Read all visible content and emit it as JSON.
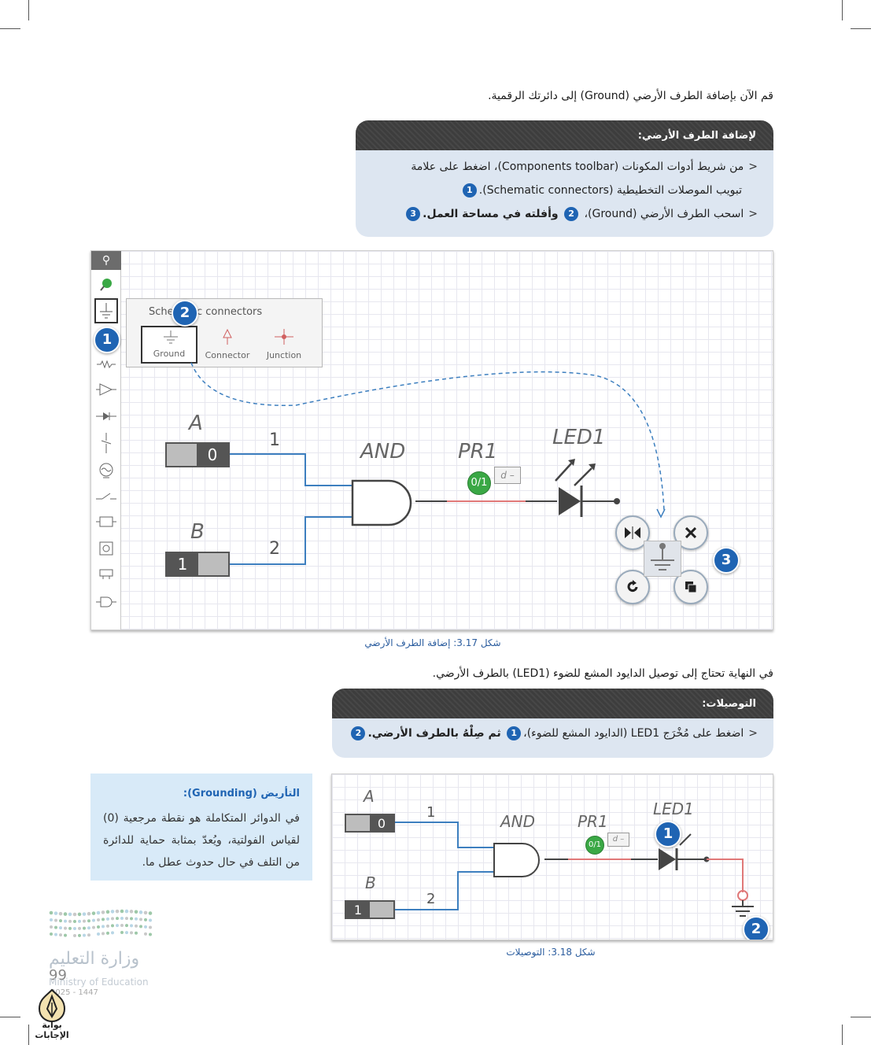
{
  "intro": {
    "line1": "قم الآن بإضافة الطرف الأرضي (Ground) إلى دائرتك الرقمية."
  },
  "box1": {
    "title": "لإضافة الطرف الأرضي:",
    "line1": "من شريط أدوات المكونات (Components toolbar)، اضغط على علامة",
    "line2": "تبويب الموصلات التخطيطية (Schematic connectors).",
    "line3a": "اسحب الطرف الأرضي (Ground)",
    "line3b": "وأفلته في مساحة العمل."
  },
  "figure1": {
    "caption": "شكل 3.17: إضافة الطرف الأرضي",
    "popup_title": "Schematic connectors",
    "tools": [
      "Ground",
      "Connector",
      "Junction"
    ],
    "labels": {
      "a": "A",
      "b": "B",
      "gate": "AND",
      "probe": "PR1",
      "led": "LED1"
    },
    "wire1": "1",
    "wire2": "2",
    "switch_a": "0",
    "switch_b": "1",
    "probe_val": "0/1",
    "dtag": "d –",
    "callouts": [
      "1",
      "2",
      "3"
    ]
  },
  "section2": {
    "line": "في النهاية تحتاج إلى توصيل الدايود المشع للضوء (LED1) بالطرف الأرضي."
  },
  "box2": {
    "title": "التوصيلات:",
    "line1a": "اضغط على مُخْرَج LED1 (الدايود المشع للضوء)،",
    "line1b": "ثم صِلْهُ بالطرف الأرضي."
  },
  "note": {
    "title": "التأريض (Grounding):",
    "body": "في الدوائر المتكاملة هو نقطة مرجعية (0) لقياس الفولتية، ويُعدّ بمثابة حماية للدائرة من التلف في حال حدوث عطل ما."
  },
  "figure2": {
    "caption": "شكل 3.18: التوصيلات",
    "labels": {
      "a": "A",
      "b": "B",
      "gate": "AND",
      "probe": "PR1",
      "led": "LED1"
    },
    "wire1": "1",
    "wire2": "2",
    "switch_a": "0",
    "switch_b": "1",
    "probe_val": "0/1",
    "dtag": "d –",
    "callouts": [
      "1",
      "2"
    ]
  },
  "footer": {
    "ministry_ar": "وزارة التعليم",
    "ministry_en": "Ministry of Education",
    "page": "99",
    "year": "2025 - 1447",
    "site": "بوابة الإجابات"
  },
  "colors": {
    "accent": "#1f64b3",
    "wire_blue": "#3d7fbf",
    "wire_red": "#e07878",
    "probe_green": "#3aa845"
  }
}
